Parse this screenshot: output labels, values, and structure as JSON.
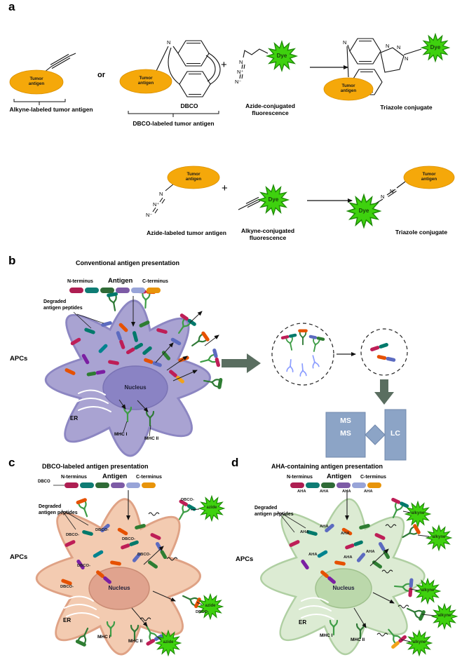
{
  "figure": {
    "panel_a_letter": "a",
    "panel_b_letter": "b",
    "panel_c_letter": "c",
    "panel_d_letter": "d"
  },
  "shared": {
    "tumor_antigen": "Tumor antigen",
    "dye": "Dye",
    "plus": "+",
    "or": "or",
    "n": "N",
    "n_plus": "N⁺",
    "n_minus": "N⁻"
  },
  "panel_a": {
    "alkyne_caption": "Alkyne-labeled tumor antigen",
    "dbco_label": "DBCO",
    "dbco_caption": "DBCO-labeled tumor antigen",
    "azide_fluor_caption": "Azide-conjugated fluorescence",
    "triazole_caption": "Triazole conjugate",
    "azide_antigen_caption": "Azide-labeled tumor antigen",
    "alkyne_fluor_caption": "Alkyne-conjugated fluorescence"
  },
  "panel_b": {
    "title": "Conventional antigen presentation",
    "n_terminus": "N-terminus",
    "antigen": "Antigen",
    "c_terminus": "C-terminus",
    "degraded_1": "Degraded",
    "degraded_2": "antigen peptides",
    "apcs": "APCs",
    "nucleus": "Nucleus",
    "er": "ER",
    "mhc_i": "MHC I",
    "mhc_ii": "MHC II",
    "ms": "MS",
    "lc": "LC"
  },
  "panel_c": {
    "title": "DBCO-labeled antigen presentation",
    "n_terminus": "N-terminus",
    "antigen": "Antigen",
    "c_terminus": "C-terminus",
    "dbco_prefix": "DBCO",
    "degraded_1": "Degraded",
    "degraded_2": "antigen peptides",
    "apcs": "APCs",
    "nucleus": "Nucleus",
    "er": "ER",
    "mhc_i": "MHC I",
    "mhc_ii": "MHC II",
    "dbco_tag": "DBCO-",
    "azide_label": "azide"
  },
  "panel_d": {
    "title": "AHA-containing antigen presentation",
    "n_terminus": "N-terminus",
    "antigen": "Antigen",
    "c_terminus": "C-terminus",
    "degraded_1": "Degraded",
    "degraded_2": "antigen peptides",
    "apcs": "APCs",
    "nucleus": "Nucleus",
    "er": "ER",
    "mhc_i": "MHC I",
    "mhc_ii": "MHC II",
    "aha_tag": "AHA",
    "alkyne_label": "alkyne"
  },
  "colors": {
    "antigen_gold": "#F5A80A",
    "dye_green": "#3ED10E",
    "dye_green_dark": "#1D8A06",
    "apc_purple": "#A9A3D2",
    "apc_peach": "#F3CBB1",
    "apc_green": "#DCEBD3",
    "ms_lc_blue": "#8CA4C6",
    "antigen_segments": [
      "#AE1E52",
      "#0E7C74",
      "#2F6B36",
      "#7D5BA6",
      "#98A4D8",
      "#E8940A"
    ]
  }
}
